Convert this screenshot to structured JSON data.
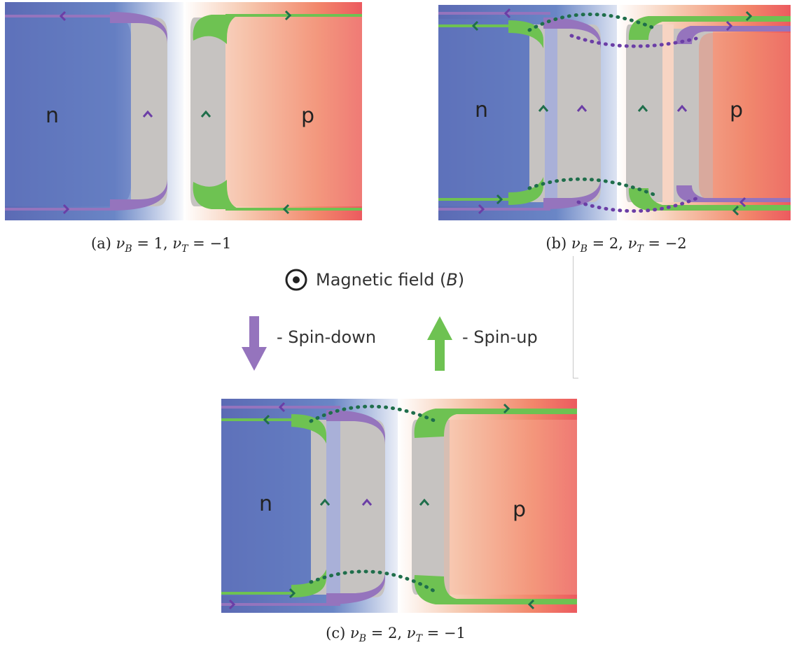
{
  "panels": [
    {
      "id": "a",
      "left_region": "n",
      "right_region": "p",
      "caption": {
        "letter": "(a)",
        "nuB": "1",
        "nuT": "−1"
      }
    },
    {
      "id": "b",
      "left_region": "n",
      "right_region": "p",
      "caption": {
        "letter": "(b)",
        "nuB": "2",
        "nuT": "−2"
      }
    },
    {
      "id": "c",
      "left_region": "n",
      "right_region": "p",
      "caption": {
        "letter": "(c)",
        "nuB": "2",
        "nuT": "−1"
      }
    }
  ],
  "legend": {
    "field_label": "Magnetic field (",
    "field_symbol": "B",
    "field_close": ")",
    "spin_down_label": "- Spin-down",
    "spin_up_label": "- Spin-up"
  },
  "colors": {
    "n_region": "#6479bd",
    "p_region": "#ef6e5e",
    "channel_gray": "#c6c3c1",
    "spin_down": "#9574bd",
    "spin_up": "#6ec252",
    "dotted_line": "#1f6e4b"
  }
}
